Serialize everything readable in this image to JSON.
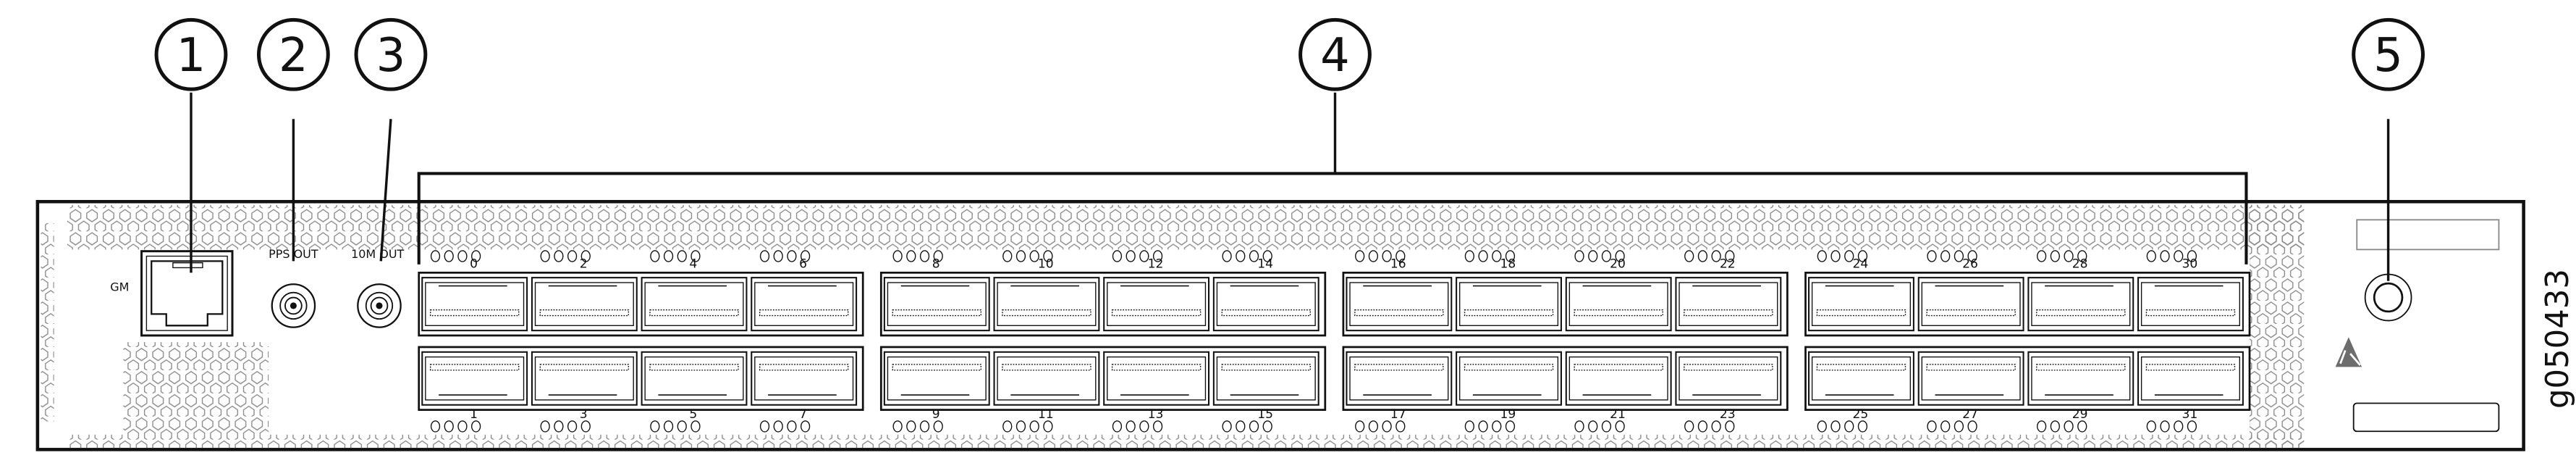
{
  "callouts": [
    "1",
    "2",
    "3",
    "4",
    "5"
  ],
  "labels": {
    "gm": "GM",
    "pps_out": "PPS OUT",
    "tenm_out": "10M OUT"
  },
  "port_groups": [
    {
      "top": [
        "0",
        "2",
        "4",
        "6"
      ],
      "bottom": [
        "1",
        "3",
        "5",
        "7"
      ]
    },
    {
      "top": [
        "8",
        "10",
        "12",
        "14"
      ],
      "bottom": [
        "9",
        "11",
        "13",
        "15"
      ]
    },
    {
      "top": [
        "16",
        "18",
        "20",
        "22"
      ],
      "bottom": [
        "17",
        "19",
        "21",
        "23"
      ]
    },
    {
      "top": [
        "24",
        "26",
        "28",
        "30"
      ],
      "bottom": [
        "25",
        "27",
        "29",
        "31"
      ]
    }
  ],
  "figure_id": "g050433",
  "colors": {
    "line": "#111111",
    "vent": "#8a8a8a",
    "esd": "#6d6d6d"
  }
}
